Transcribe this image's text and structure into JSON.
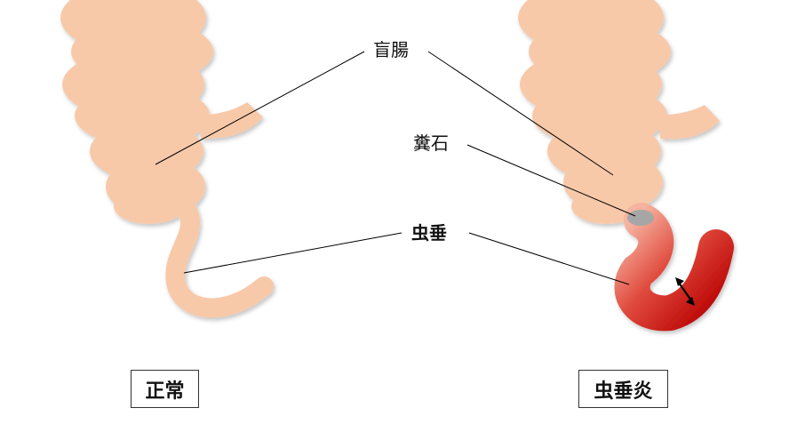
{
  "labels": {
    "cecum": "盲腸",
    "fecalith": "糞石",
    "appendix": "虫垂"
  },
  "captions": {
    "normal": "正常",
    "appendicitis": "虫垂炎"
  },
  "colors": {
    "intestine": "#f7c9a9",
    "inflamed_light": "#f0a090",
    "inflamed_dark": "#c00000",
    "fecalith": "#a6a6a6",
    "leader_line": "#000000"
  }
}
